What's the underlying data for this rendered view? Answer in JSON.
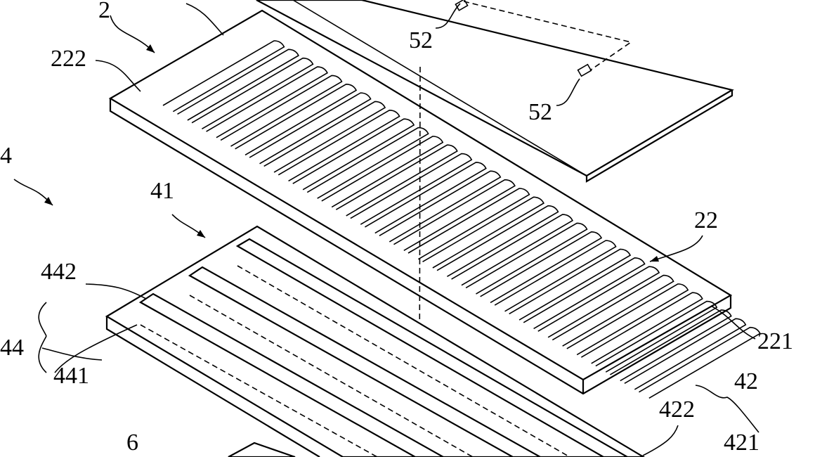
{
  "figure": {
    "labels": {
      "plate_2": "2",
      "component_52_top": "52",
      "component_52_bottom": "52",
      "channel_end_222": "222",
      "assembly_4": "4",
      "plate_41": "41",
      "channel_22": "22",
      "strip_442": "442",
      "group_44": "44",
      "strip_441": "441",
      "channel_end_221": "221",
      "group_42": "42",
      "strip_422": "422",
      "strip_421": "421",
      "part_6": "6"
    },
    "serpentine_loop_count": 34
  }
}
